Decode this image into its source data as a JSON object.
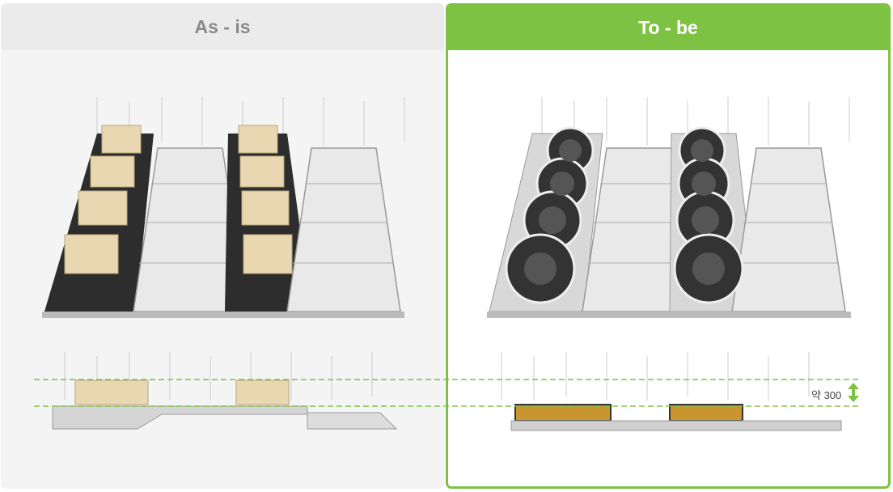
{
  "panels": {
    "as_is": {
      "title": "As - is"
    },
    "to_be": {
      "title": "To - be"
    }
  },
  "dimension": {
    "label": "약 300"
  },
  "colors": {
    "accent": "#7dc242",
    "asis_header": "#ebebeb",
    "box": "#e8d7b0",
    "fan_unit": "#c8952e"
  }
}
